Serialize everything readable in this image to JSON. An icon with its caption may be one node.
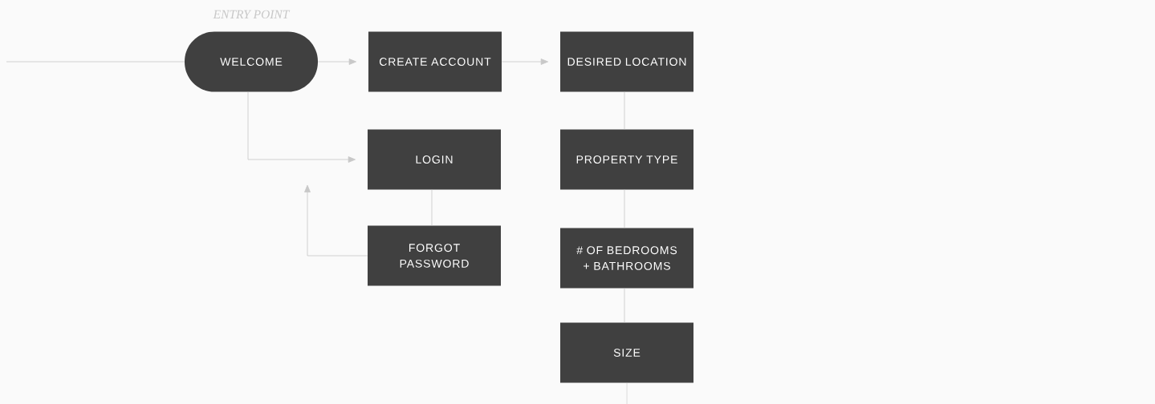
{
  "diagram": {
    "nodes": [
      {
        "text": [
          "WELCOME"
        ],
        "beside": [
          "ENTRY POINT"
        ]
      },
      {
        "text": [
          "CREATE ACCOUNT"
        ]
      },
      {
        "text": [
          "LOGIN"
        ]
      },
      {
        "text": [
          "FORGOT PASSWORD"
        ]
      },
      {
        "text": [
          "DESIRED LOCATION"
        ]
      },
      {
        "text": [
          "PROPERTY TYPE"
        ]
      },
      {
        "text": [
          "# OF BEDROOMS + BATHROOMS"
        ]
      },
      {
        "text": [
          "SIZE"
        ]
      }
    ],
    "edges": [
      {
        "from": null,
        "to": 0,
        "arrow": "none"
      },
      {
        "from": 0,
        "to": 1,
        "arrow": "to"
      },
      {
        "from": 0,
        "to": 2,
        "arrow": "to"
      },
      {
        "from": 2,
        "to": 3,
        "arrow": "none"
      },
      {
        "from": 3,
        "to": null,
        "arrow": "to"
      },
      {
        "from": 1,
        "to": 4,
        "arrow": "to"
      },
      {
        "from": 4,
        "to": 5,
        "arrow": "none"
      },
      {
        "from": 5,
        "to": 6,
        "arrow": "none"
      },
      {
        "from": 6,
        "to": 7,
        "arrow": "none"
      },
      {
        "from": 7,
        "to": null,
        "arrow": "none"
      }
    ]
  }
}
